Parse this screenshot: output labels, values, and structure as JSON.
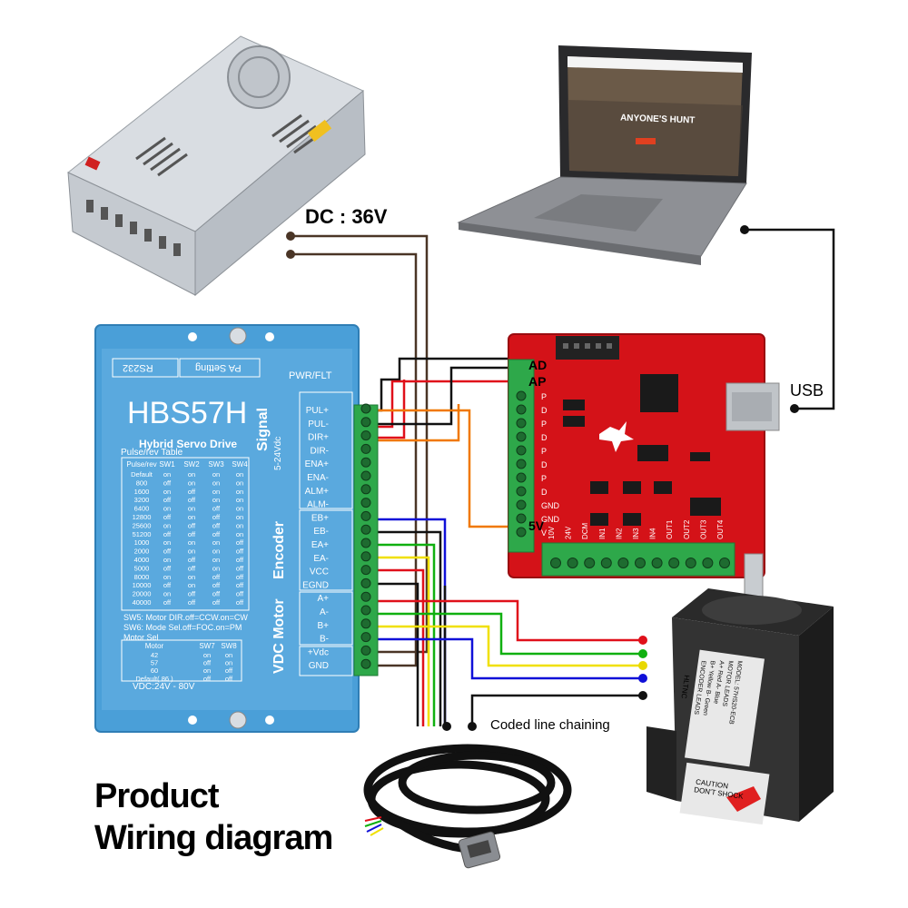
{
  "labels": {
    "dc_voltage": "DC : 36V",
    "usb": "USB",
    "coded_line": "Coded line chaining",
    "title_line1": "Product",
    "title_line2": "Wiring diagram"
  },
  "laptop": {
    "headline": "ANYONE'S HUNT"
  },
  "servo_drive": {
    "model": "HBS57H",
    "subtitle": "Hybrid Servo Drive",
    "rs232": "RS232",
    "pa_setting": "PA Setting",
    "pwr_flt": "PWR/FLT",
    "signal_label": "Signal",
    "signal_voltage": "5-24Vdc",
    "encoder_label": "Encoder",
    "motor_label": "VDC Motor",
    "vdc_range": "VDC:24V - 80V",
    "table_title": "Pulse/rev Table",
    "table_headers": [
      "Pulse/rev",
      "SW1",
      "SW2",
      "SW3",
      "SW4"
    ],
    "table_rows": [
      [
        "Default",
        "on",
        "on",
        "on",
        "on"
      ],
      [
        "800",
        "off",
        "on",
        "on",
        "on"
      ],
      [
        "1600",
        "on",
        "off",
        "on",
        "on"
      ],
      [
        "3200",
        "off",
        "off",
        "on",
        "on"
      ],
      [
        "6400",
        "on",
        "on",
        "off",
        "on"
      ],
      [
        "12800",
        "off",
        "on",
        "off",
        "on"
      ],
      [
        "25600",
        "on",
        "off",
        "off",
        "on"
      ],
      [
        "51200",
        "off",
        "off",
        "off",
        "on"
      ],
      [
        "1000",
        "on",
        "on",
        "on",
        "off"
      ],
      [
        "2000",
        "off",
        "on",
        "on",
        "off"
      ],
      [
        "4000",
        "on",
        "off",
        "on",
        "off"
      ],
      [
        "5000",
        "off",
        "off",
        "on",
        "off"
      ],
      [
        "8000",
        "on",
        "on",
        "off",
        "off"
      ],
      [
        "10000",
        "off",
        "on",
        "off",
        "off"
      ],
      [
        "20000",
        "on",
        "off",
        "off",
        "off"
      ],
      [
        "40000",
        "off",
        "off",
        "off",
        "off"
      ]
    ],
    "sw5_note": "SW5: Motor DIR.off=CCW.on=CW",
    "sw6_note": "SW6: Mode Sel.off=FOC.on=PM",
    "motor_sel_title": "Motor Sel",
    "motor_headers": [
      "Motor",
      "SW7",
      "SW8"
    ],
    "motor_rows": [
      [
        "42",
        "on",
        "on"
      ],
      [
        "57",
        "off",
        "on"
      ],
      [
        "60",
        "on",
        "off"
      ],
      [
        "Default( 86 )",
        "off",
        "off"
      ]
    ],
    "terminals": [
      "PUL+",
      "PUL-",
      "DIR+",
      "DIR-",
      "ENA+",
      "ENA-",
      "ALM+",
      "ALM-",
      "EB+",
      "EB-",
      "EA+",
      "EA-",
      "VCC",
      "EGND",
      "A+",
      "A-",
      "B+",
      "B-",
      "+Vdc",
      "GND"
    ]
  },
  "controller": {
    "ad_label": "AD",
    "ap_label": "AP",
    "v5_label": "5V",
    "left_pins": [
      "P",
      "D",
      "P",
      "D",
      "P",
      "D",
      "P",
      "D",
      "GND",
      "GND",
      "V"
    ],
    "bottom_pins": [
      "10V",
      "24V",
      "DCM",
      "IN1",
      "IN2",
      "IN3",
      "IN4",
      "OUT1",
      "OUT2",
      "OUT3",
      "OUT4"
    ]
  },
  "motor": {
    "caution": "CAUTION",
    "dont_shock": "DON'T SHOCK",
    "brand": "HLTNC",
    "label_lines": [
      "MODEL: 57HS20-ECB",
      "MOTOR LEADS",
      "A+ Red  A- Blue",
      "B+ Yellow  B- Green",
      "ENCODER LEADS"
    ]
  },
  "colors": {
    "wire_black": "#111111",
    "wire_red": "#e0101a",
    "wire_orange": "#f07800",
    "wire_brown": "#4a3526",
    "wire_blue": "#1010d8",
    "wire_green": "#10b010",
    "wire_yellow": "#f0e000",
    "drive_blue": "#4a9fd8",
    "board_red": "#d41218",
    "terminal_green": "#2ea84a"
  }
}
